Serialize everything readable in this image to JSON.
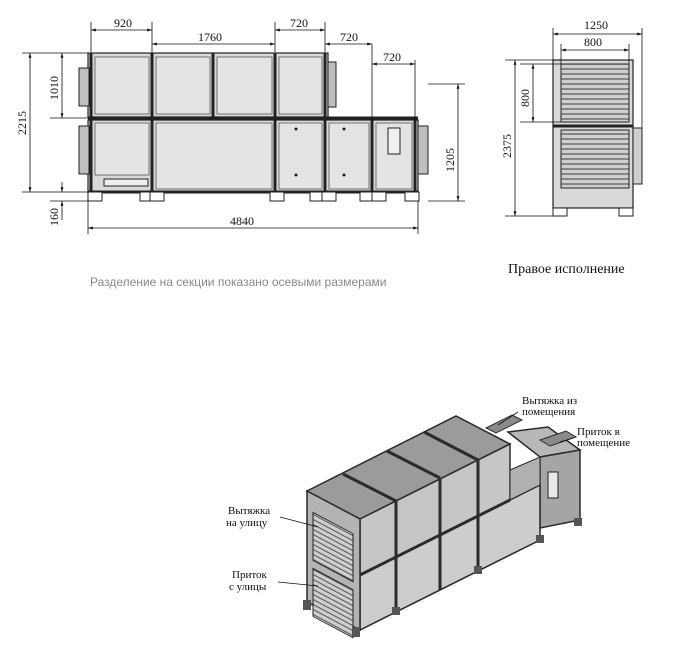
{
  "front_view": {
    "dims": {
      "w920": "920",
      "w1760": "1760",
      "w720a": "720",
      "w720b": "720",
      "w720c": "720",
      "h2215": "2215",
      "h1010": "1010",
      "h160": "160",
      "h1205": "1205",
      "w4840": "4840"
    }
  },
  "side_view": {
    "dims": {
      "w1250": "1250",
      "w800": "800",
      "h800": "800",
      "h2375": "2375"
    }
  },
  "caption": "Разделение на секции показано осевыми размерами",
  "variant_label": "Правое исполнение",
  "iso_view": {
    "labels": {
      "exhaust_from_room": [
        "Вытяжка из",
        "помещения"
      ],
      "supply_to_room": [
        "Приток в",
        "помещение"
      ],
      "exhaust_to_street": [
        "Вытяжка",
        "на улицу"
      ],
      "supply_from_street": [
        "Приток",
        "с улицы"
      ]
    }
  },
  "colors": {
    "panel_light": "#d4d4d4",
    "panel_mid": "#bdbdbd",
    "panel_dark": "#8c8c8c",
    "frame": "#3a3a3a"
  }
}
